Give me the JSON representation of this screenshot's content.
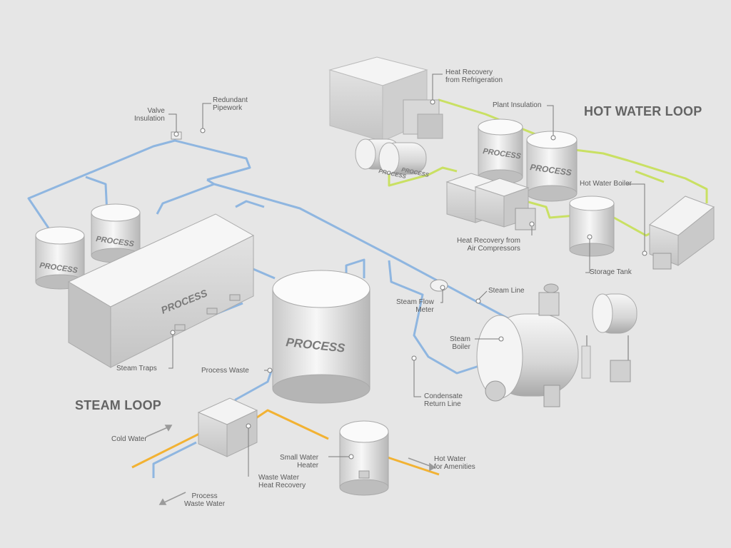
{
  "headings": {
    "hot_water_loop": "HOT WATER LOOP",
    "steam_loop": "STEAM LOOP"
  },
  "labels": {
    "valve_insulation": "Valve\nInsulation",
    "redundant_pipework": "Redundant\nPipework",
    "heat_recovery_refrigeration": "Heat Recovery\nfrom Refrigeration",
    "plant_insulation": "Plant Insulation",
    "hot_water_boiler": "Hot Water Boiler",
    "heat_recovery_air_compressors": "Heat Recovery from\nAir Compressors",
    "storage_tank": "Storage Tank",
    "steam_flow_meter": "Steam Flow\nMeter",
    "steam_line": "Steam Line",
    "steam_boiler": "Steam\nBoiler",
    "condensate_return_line": "Condensate\nReturn Line",
    "steam_traps": "Steam Traps",
    "process_waste": "Process Waste",
    "cold_water": "Cold Water",
    "process_waste_water": "Process\nWaste Water",
    "waste_water_heat_recovery": "Waste Water\nHeat Recovery",
    "small_water_heater": "Small Water\nHeater",
    "hot_water_amenities": "Hot Water\nfor Amenities"
  },
  "tank_text": "PROCESS",
  "colors": {
    "steam_pipe": "#8fb6e0",
    "hot_water_pipe": "#c9e063",
    "cold_water_pipe": "#f2b233",
    "equipment": "#eeeeee",
    "label_text": "#5a5a5a",
    "heading_text": "#646464"
  }
}
